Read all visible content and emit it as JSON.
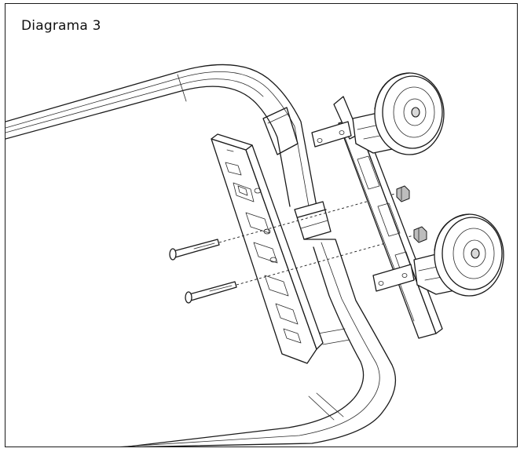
{
  "diagram": {
    "caption": "Diagrama 3"
  },
  "parts": {
    "frame_tube": "tubular-frame",
    "mount_plate": "caster-mount-plate",
    "caster_bracket": "caster-bracket-assembly",
    "upper_wheel": "caster-wheel",
    "lower_wheel": "caster-wheel",
    "bolts": [
      "bolt",
      "bolt"
    ],
    "nuts": [
      "nut",
      "nut"
    ]
  }
}
